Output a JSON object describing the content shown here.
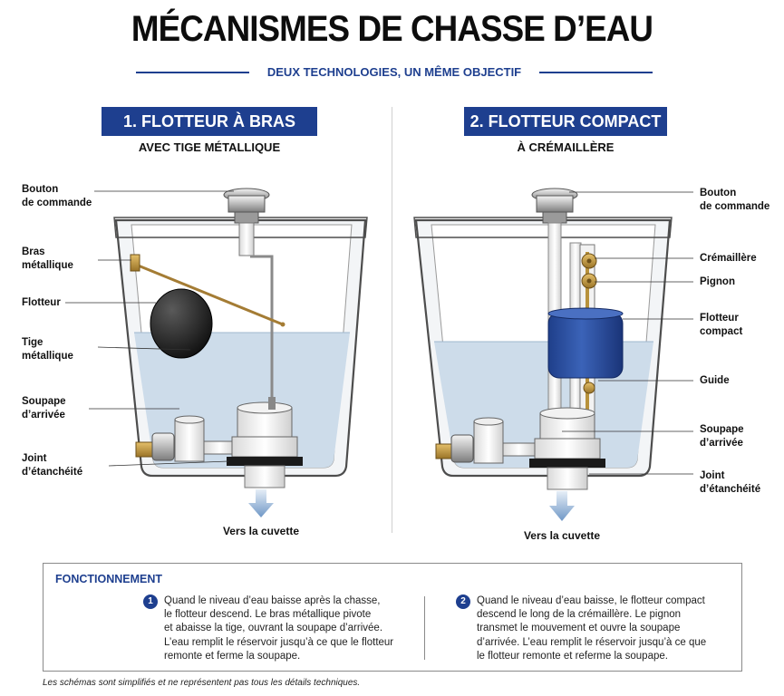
{
  "header": {
    "title": "MÉCANISMES DE CHASSE D’EAU",
    "subtitle": "DEUX TECHNOLOGIES, UN MÊME OBJECTIF"
  },
  "left": {
    "title": "1. FLOTTEUR À BRAS",
    "subtitle": "AVEC TIGE MÉTALLIQUE",
    "labels": {
      "bouton": "Bouton\nde commande",
      "bras": "Bras\nmétallique",
      "flotteur": "Flotteur",
      "tige": "Tige\nmétallique",
      "soupape": "Soupape\nd’arrivée",
      "joint": "Joint\nd’étanchéité"
    },
    "outlet": "Vers la cuvette"
  },
  "right": {
    "title": "2. FLOTTEUR COMPACT",
    "subtitle": "À CRÉMAILLÈRE",
    "labels": {
      "bouton": "Bouton\nde commande",
      "cremaillere": "Crémaillère",
      "pignon": "Pignon",
      "flotteur": "Flotteur\ncompact",
      "guide": "Guide",
      "soupape": "Soupape\nd’arrivée",
      "joint": "Joint\nd’étanchéité"
    },
    "outlet": "Vers la cuvette"
  },
  "panel": {
    "title": "FONCTIONNEMENT",
    "step1_num": "1",
    "step1": "Quand le niveau d’eau baisse après la chasse,\nle flotteur descend. Le bras métallique pivote\net abaisse la tige, ouvrant la soupape d’arrivée.\nL’eau remplit le réservoir jusqu’à ce que le flotteur\nremonte et ferme la soupape.",
    "step2_num": "2",
    "step2": "Quand le niveau d’eau baisse, le flotteur compact\ndescend le long de la crémaillère. Le pignon\ntransmet le mouvement et ouvre la soupape\nd’arrivée. L’eau remplit le réservoir jusqu’à ce que\nle flotteur remonte et referme la soupape."
  },
  "footnote": "Les schémas sont simplifiés et ne représentent pas tous les détails techniques.",
  "colors": {
    "brand_blue": "#1e3f8f",
    "water": "#cddcea",
    "float_blue": "#2e55a8"
  }
}
